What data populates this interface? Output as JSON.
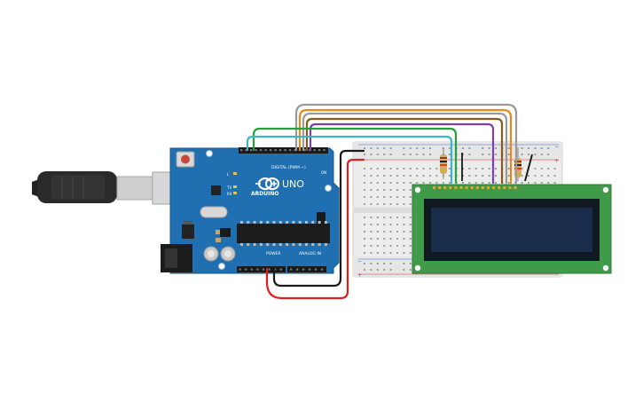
{
  "board": {
    "digital_label": "DIGITAL (PWM ~)",
    "brand_label": "ARDUINO",
    "model_label": "UNO",
    "power_label": "POWER",
    "analog_label": "ANALOG IN",
    "tx_label": "TX",
    "rx_label": "RX",
    "l_label": "L",
    "on_label": "ON"
  },
  "breadboard": {
    "plus_symbol": "+",
    "minus_symbol": "−"
  },
  "lcd": {
    "type": "16x2 character LCD"
  },
  "wires": {
    "green": "#22a33a",
    "cyan": "#3fb4c6",
    "gray": "#9a9a9a",
    "orange": "#e8891a",
    "purple": "#7b3fb0",
    "brown": "#8a5a1a",
    "red": "#e02020",
    "black": "#1a1a1a"
  },
  "colors": {
    "arduino": "#1f6fb1",
    "lcd_board": "#3f9a4a",
    "lcd_screen": "#1a2c4c"
  }
}
